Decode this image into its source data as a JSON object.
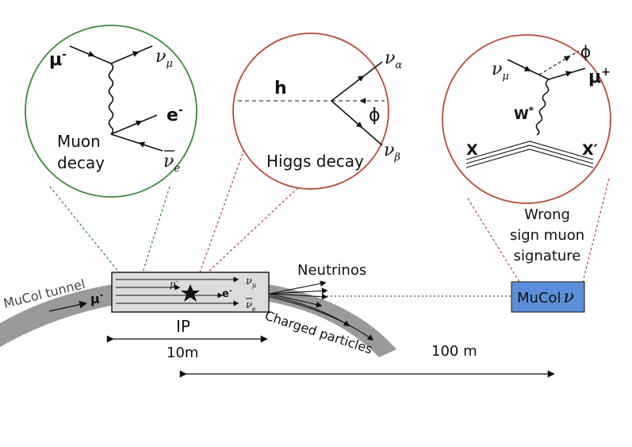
{
  "colors": {
    "muon_circle": "#3a8a3a",
    "higgs_circle": "#b84a3a",
    "wrong_sign_circle": "#b84a3a",
    "tunnel": "#9a9a9a",
    "detector_fill": "#dcdcdc",
    "mucol_v_box": "#5b8fd9"
  },
  "muon_decay": {
    "in_particle": "μ",
    "in_sup": "-",
    "out_nu": "ν",
    "out_nu_sub": "μ",
    "electron": "e",
    "electron_sup": "-",
    "anti_nu": "ν",
    "anti_nu_sub": "e",
    "label_line1": "Muon",
    "label_line2": "decay"
  },
  "higgs_decay": {
    "h": "h",
    "nu_a": "ν",
    "nu_a_sub": "α",
    "phi": "ϕ",
    "nu_b": "ν",
    "nu_b_sub": "β",
    "label": "Higgs decay"
  },
  "wrong_sign": {
    "nu": "ν",
    "nu_sub": "μ",
    "phi": "ϕ",
    "mu": "μ",
    "mu_sup": "+",
    "w": "W",
    "w_sup": "*",
    "x": "X",
    "x_prime": "X′",
    "label_line1": "Wrong",
    "label_line2": "sign muon",
    "label_line3": "signature"
  },
  "beamline": {
    "tunnel_label": "MuCol tunnel",
    "beam_mu": "μ",
    "beam_mu_sup": "-",
    "det_mu": "μ",
    "det_mu_sup": "-",
    "det_e": "e",
    "det_e_sup": "-",
    "det_nu": "ν",
    "det_nu_sub": "μ",
    "det_nubar": "ν",
    "det_nubar_sub": "e",
    "ip_label": "IP",
    "neutrinos_label": "Neutrinos",
    "charged_label": "Charged particles",
    "dist_10m": "10m",
    "dist_100m": "100 m",
    "mucol_v_label": "MuCol",
    "mucol_v_symbol": "ν"
  }
}
